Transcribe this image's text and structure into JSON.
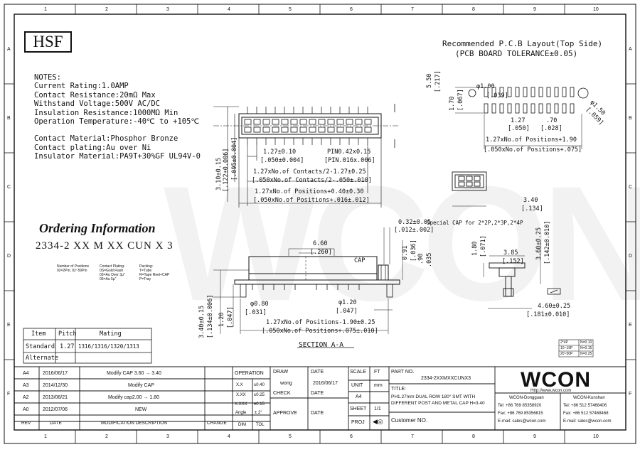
{
  "border": {
    "col_numbers": [
      "1",
      "2",
      "3",
      "4",
      "5",
      "6",
      "7",
      "8",
      "9",
      "10"
    ],
    "row_letters": [
      "A",
      "B",
      "C",
      "D",
      "E",
      "F"
    ]
  },
  "logo": "HSF",
  "watermark": "WCON",
  "pcb": {
    "title": "Recommended P.C.B Layout(Top Side)",
    "tolerance": "(PCB BOARD TOLERANCE±0.05)",
    "d_550": "5.50",
    "d_217": "[.217]",
    "d_170": "1.70",
    "d_067": "[.067]",
    "d_phi100": "φ1.00",
    "d_039": "[.039]",
    "d_127": "1.27",
    "d_050": "[.050]",
    "d_070": ".70",
    "d_028": "[.028]",
    "d_phi150": "φ1.50",
    "d_059": "[.059]",
    "pos_1": "1.27xNo.of Positions+1.90",
    "pos_1i": "[.050xNo.of Positions+.075]"
  },
  "notes": {
    "title": "NOTES:",
    "lines": [
      "Current Rating:1.0AMP",
      "Contact Resistance:20mΩ Max",
      "Withstand Voltage:500V AC/DC",
      "Insulation Resistance:1000MΩ Min",
      "Operation Temperature:-40℃ to +105℃"
    ],
    "lines2": [
      "Contact Material:Phosphor Bronze",
      "Contact plating:Au over Ni",
      "Insulator Material:PA9T+30%GF UL94V-0"
    ]
  },
  "top_dims": {
    "d_315": "3.10±0.15",
    "d_122": "[.122±0.006]",
    "d_240": "[.095±0.004]",
    "d_pitch": "1.27±0.10",
    "d_pitch_i": "[.050±0.004]",
    "pin": "PIN0.42x0.15",
    "pin_i": "[PIN.016x.006]",
    "contacts": "1.27xNo.of Contacts/2-1.27±0.25",
    "contacts_i": "[.050xNo.of Contacts/2-.050±.010]",
    "positions": "1.27xNo.of Positions+0.40±0.30",
    "positions_i": "[.050xNo.of Positions+.016±.012]"
  },
  "side_right": {
    "d_340": "3.40",
    "d_134": "[.134]",
    "special_cap": "Special CAP for 2*2P,2*3P,2*4P",
    "d_032": "0.32±0.05",
    "d_012": "[.012±.002]",
    "d_091": "0.91",
    "d_036": "[.036]",
    "d_90": ".90",
    "d_035": ".035",
    "d_180": "1.80",
    "d_071": "[.071]",
    "d_385": "3.85",
    "d_152": "[.152]",
    "d_360": "3.60±0.25",
    "d_142": "[.142±0.010]",
    "d_460": "4.60±0.25",
    "d_181": "[.181±0.010]"
  },
  "section": {
    "d_660": "6.60",
    "d_260": "[.260]",
    "cap": "CAP",
    "d_080": "φ0.80",
    "d_031": "[.031]",
    "d_120": "φ1.20",
    "d_047": "[.047]",
    "pos": "1.27xNo.of Positions-1.90±0.25",
    "pos_i": "[.050xNo.of Positions+.075±.010]",
    "d_340": "3.40±0.15",
    "d_134": "[.134±0.006]",
    "d_120b": "1.20",
    "d_047b": "[.047]",
    "label": "SECTION A-A"
  },
  "ordering": {
    "title": "Ordering Information",
    "part": "2334-2 XX M XX CUN X 3",
    "legend1": "Number of Positions\n02=2Pin, 02~50Pin",
    "legend2": "Contact Plating:\n0S=Gold Flash\n03=Au Over 3μ\"\n05=Au 5μ\"",
    "legend3": "Packing:\nT=Tube\nR=Tape Reel+CAP\nP=Tray"
  },
  "mating_table": {
    "headers": [
      "Item",
      "Pitch",
      "Mating"
    ],
    "rows": [
      [
        "Standard",
        "1.27",
        "1316/1316/1320/1313"
      ],
      [
        "Alternate",
        "",
        ""
      ]
    ]
  },
  "revision_table": {
    "rows": [
      [
        "A4",
        "2016/06/17",
        "Modify CAP 3.60 → 3.40"
      ],
      [
        "A3",
        "2014/12/30",
        "Modify CAP"
      ],
      [
        "A2",
        "2013/06/21",
        "Modify cap2.00 → 1.80"
      ],
      [
        "A0",
        "2012/07/06",
        "NEW"
      ]
    ],
    "footer": [
      "REV",
      "DATE",
      "MODIFICATION DESCRIPTION",
      "CHANGE"
    ]
  },
  "tolerance_table": {
    "header": "OPERATION",
    "rows": [
      [
        "X.X",
        "±0.40"
      ],
      [
        "X.XX",
        "±0.25"
      ],
      [
        "X.XXX",
        "±0.15"
      ],
      [
        "Angle",
        "± 2°"
      ]
    ],
    "footer": [
      "DIM",
      "TOL"
    ]
  },
  "approval": {
    "draw": "DRAW",
    "drawer": "wong",
    "check": "CHECK",
    "approve": "APPROVE",
    "date_label": "DATE",
    "date1": "2016/06/17"
  },
  "scale": {
    "scale": "SCALE",
    "ft": "FT",
    "unit": "UNIT",
    "mm": "mm",
    "sheet_label": "SHEET",
    "sheet": "1/1",
    "size": "A4",
    "proj": "PROJ"
  },
  "part_info": {
    "part_no_label": "PART NO.",
    "part_no": "2334-2XXMXXCUNX3",
    "title_label": "TITLE:",
    "title": "PH1.27mm DUAL ROW 180° SMT WITH DIFFERENT POST AND METAL CAP H=3.40",
    "customer": "Customer NO."
  },
  "company": {
    "url": "Http://www.wcon.com",
    "dongguan": "WCON-Dongguan",
    "dg_tel": "Tel: +86 769 85358920",
    "dg_fax": "Fax: +86 769 85356815",
    "dg_mail": "E-mail: sales@wcon.com",
    "kunshan": "WCON-Kunshan",
    "ks_tel": "Tel: +86 512 57468406",
    "ks_fax": "Fax: +86 512 57468468",
    "ks_mail": "E-mail: sales@wcon.com"
  },
  "cap_table": {
    "rows": [
      [
        "2*4P",
        "N=0.10"
      ],
      [
        "10~19P",
        "N=0.15"
      ],
      [
        "20~50P",
        "N=0.25"
      ]
    ]
  }
}
